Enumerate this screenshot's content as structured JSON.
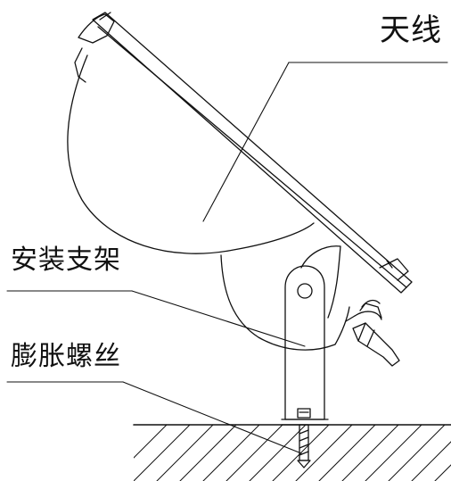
{
  "labels": {
    "antenna": "天线",
    "mounting_bracket": "安装支架",
    "expansion_bolt": "膨胀螺丝"
  },
  "style": {
    "line_color": "#111111",
    "background": "#ffffff"
  }
}
